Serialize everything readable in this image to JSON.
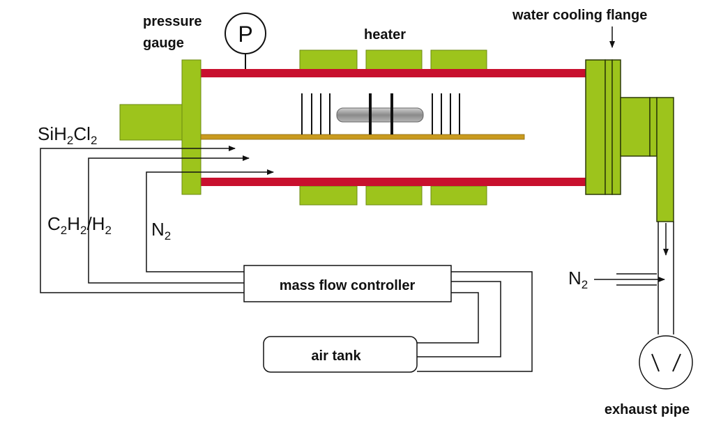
{
  "labels": {
    "pressure_gauge_line1": "pressure",
    "pressure_gauge_line2": "gauge",
    "gauge_symbol": "P",
    "heater": "heater",
    "water_cooling_flange": "water cooling flange",
    "mass_flow_controller": "mass flow controller",
    "air_tank": "air tank",
    "exhaust_pipe": "exhaust pipe"
  },
  "gases": {
    "sih2cl2": {
      "a": "SiH",
      "a_sub": "2",
      "b": "Cl",
      "b_sub": "2"
    },
    "c2h2_h2": {
      "a": "C",
      "a_sub": "2",
      "b": "H",
      "b_sub": "2",
      "c": "/H",
      "c_sub": "2"
    },
    "n2_inlet": {
      "a": "N",
      "a_sub": "2"
    },
    "n2_exhaust": {
      "a": "N",
      "a_sub": "2"
    }
  },
  "colors": {
    "tube_red": "#c8102e",
    "block_green": "#9dc41c",
    "rod_gold": "#c99a1e",
    "line_black": "#111111"
  }
}
